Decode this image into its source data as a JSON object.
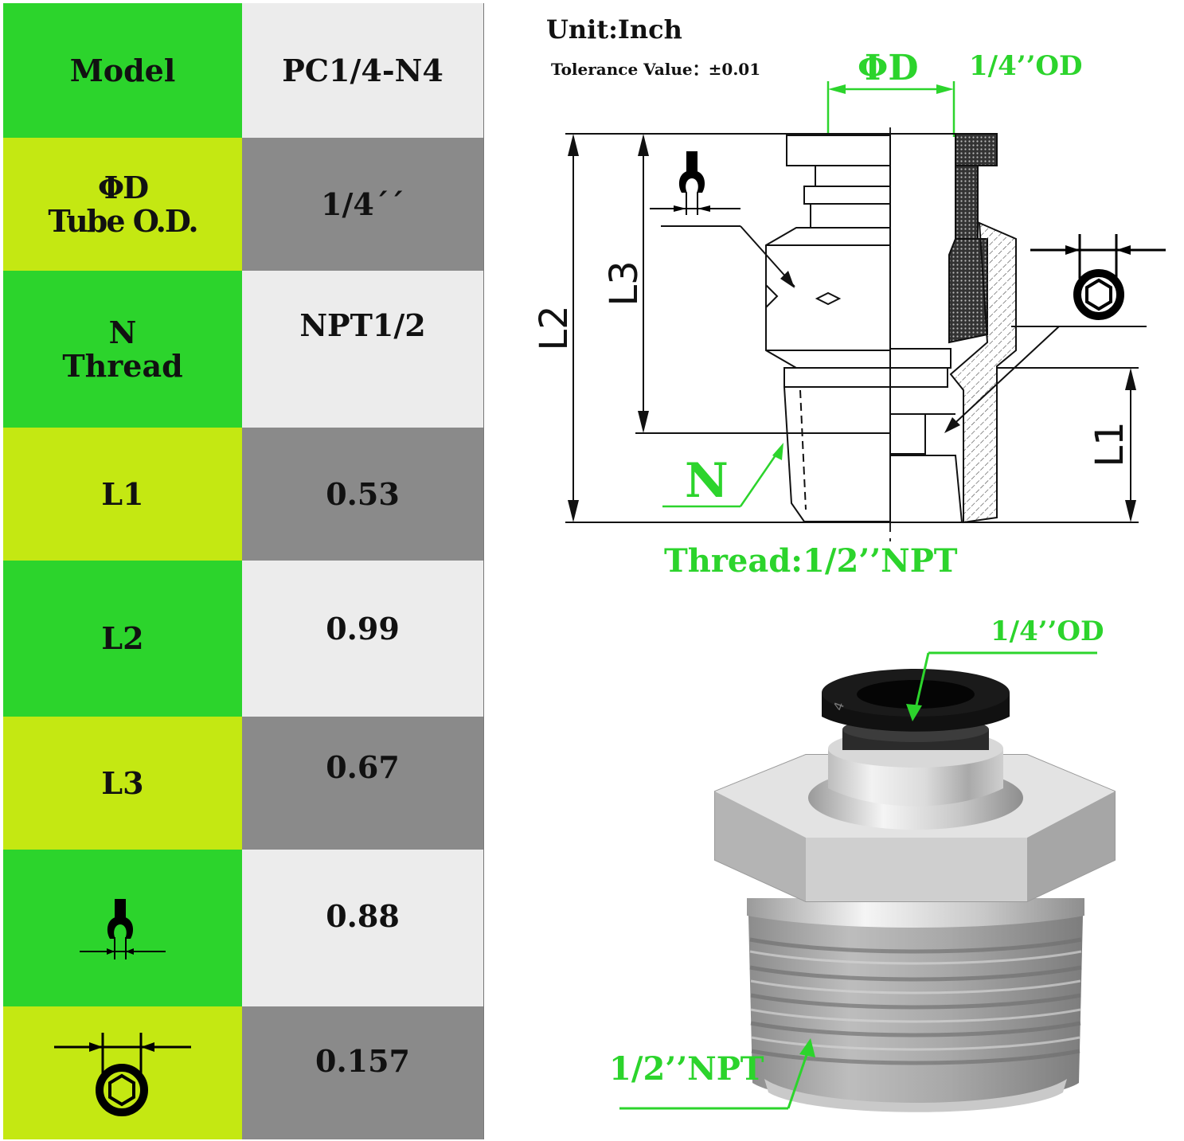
{
  "table": {
    "rows": [
      {
        "label_lines": [
          "Model"
        ],
        "value": "PC1/4-N4"
      },
      {
        "label_lines": [
          "ΦD",
          "Tube O.D."
        ],
        "value": "1/4´´"
      },
      {
        "label_lines": [
          "N",
          "Thread"
        ],
        "value": "NPT1/2"
      },
      {
        "label_lines": [
          "L1"
        ],
        "value": "0.53"
      },
      {
        "label_lines": [
          "L2"
        ],
        "value": "0.99"
      },
      {
        "label_lines": [
          "L3"
        ],
        "value": "0.67"
      },
      {
        "label_icon": "wrench-width-icon",
        "value": "0.88"
      },
      {
        "label_icon": "hex-socket-icon",
        "value": "0.157"
      }
    ]
  },
  "drawing": {
    "unit": "Unit:Inch",
    "tolerance": "Tolerance Value：±0.01",
    "phi_d": "ΦD",
    "od_label": "1/4’’OD",
    "dim_l1": "L1",
    "dim_l2": "L2",
    "dim_l3": "L3",
    "n_label": "N",
    "thread_label": "Thread:1/2’’NPT"
  },
  "product": {
    "od_label": "1/4’’OD",
    "npt_label": "1/2’’NPT",
    "collet_mark": "4"
  },
  "colors": {
    "green": "#2cd42c",
    "lime": "#c4e812",
    "light_gray": "#ececec",
    "dark_gray": "#8a8a8a"
  }
}
